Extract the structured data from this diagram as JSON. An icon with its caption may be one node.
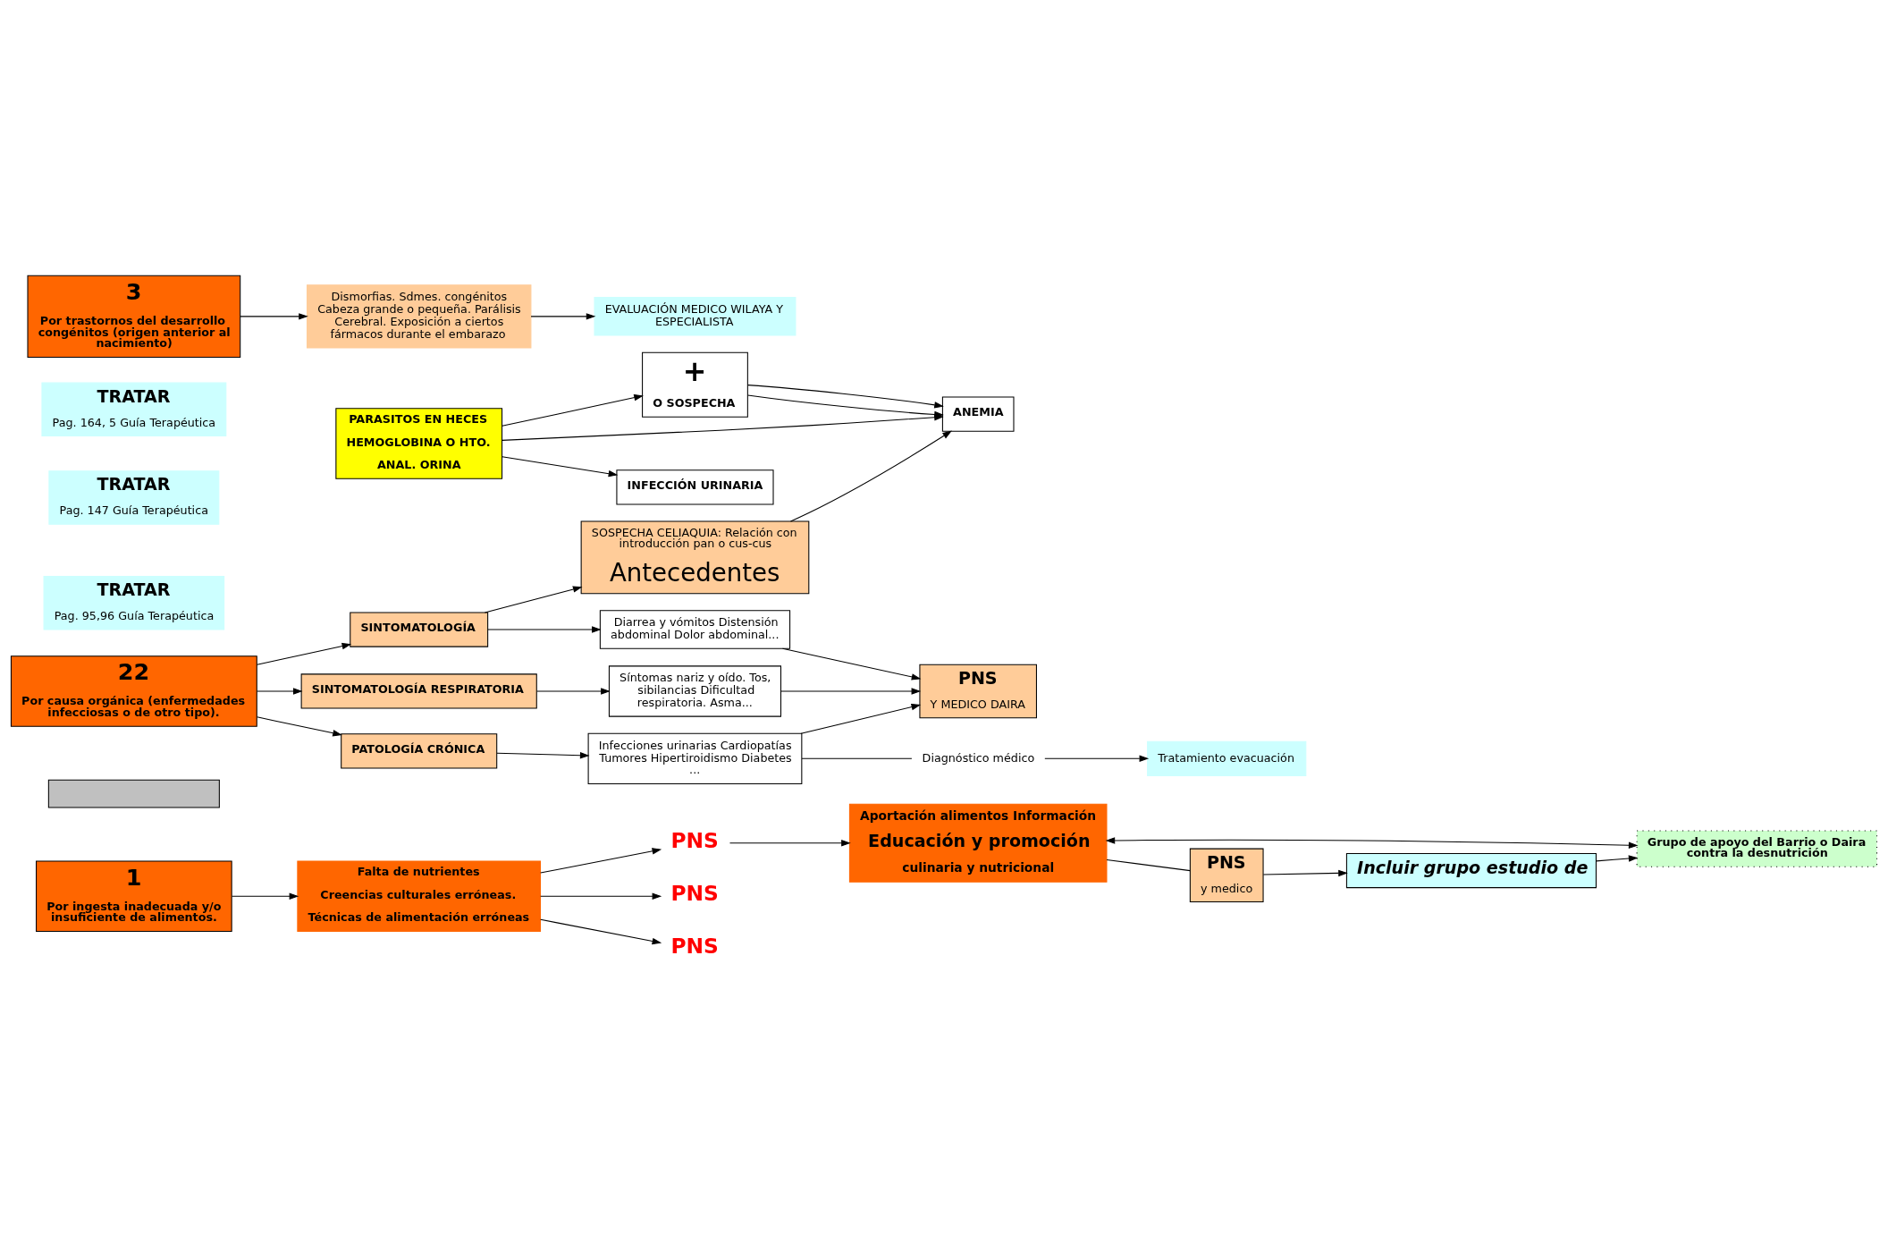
{
  "diagram": {
    "nodes": [
      {
        "text": [
          "1",
          "Por ingesta inadecuada y/o insuficiente de alimentos."
        ]
      },
      {
        "text": [
          "Falta de nutrientes",
          "Creencias culturales erróneas.",
          "Técnicas de alimentación erróneas"
        ]
      },
      {
        "text": [
          "PNS"
        ]
      },
      {
        "text": [
          "PNS"
        ]
      },
      {
        "text": [
          "PNS"
        ]
      },
      {
        "text": [
          "Aportación alimentos Información",
          "Educación y promoción",
          "culinaria y nutricional"
        ]
      },
      {
        "text": [],
        "shape": "box"
      },
      {
        "text": [
          "Grupo de apoyo del Barrio o Daira contra la desnutrición"
        ]
      },
      {
        "text": [
          "SOSPECHA CELIAQUIA: Relación con introducción pan o cus-cus",
          "Antecedentes"
        ]
      },
      {
        "text": [
          "PNS",
          "y medico"
        ]
      },
      {
        "text": [
          "Incluir grupo estudio de"
        ]
      },
      {
        "text": [
          "22",
          "Por causa orgánica (enfermedades infecciosas o de otro tipo)."
        ]
      },
      {
        "text": [
          "SINTOMATOLOGÍA"
        ]
      },
      {
        "text": [
          "Diarrea y vómitos Distensión abdominal Dolor abdominal..."
        ]
      },
      {
        "text": [
          "SINTOMATOLOGÍA RESPIRATORIA"
        ]
      },
      {
        "text": [
          "Síntomas nariz y oído. Tos, sibilancias Dificultad respiratoria. Asma..."
        ]
      },
      {
        "text": [
          "PATOLOGÍA CRÓNICA"
        ]
      },
      {
        "text": [
          "Infecciones urinarias Cardiopatías Tumores Hipertiroidismo Diabetes ..."
        ]
      },
      {
        "text": [
          "PNS",
          "Y MEDICO DAIRA"
        ]
      },
      {
        "text": [
          "PARASITOS EN HECES",
          "HEMOGLOBINA O HTO.",
          "ANAL. ORINA"
        ]
      },
      {
        "text": [
          "+",
          "O SOSPECHA"
        ]
      },
      {
        "text": [
          "ANEMIA"
        ]
      },
      {
        "text": [
          "INFECCIÓN URINARIA"
        ]
      },
      {
        "text": [
          "TRATAR",
          "Pag. 95,96 Guía Terapéutica"
        ]
      },
      {
        "text": [
          "TRATAR",
          "Pag. 147 Guía Terapéutica"
        ]
      },
      {
        "text": [
          "TRATAR",
          "Pag. 164, 5 Guía Terapéutica"
        ]
      },
      {
        "text": [
          "Diagnóstico médico"
        ]
      },
      {
        "text": [
          "Tratamiento evacuación"
        ]
      },
      {
        "text": [
          "3",
          "Por trastornos del desarrollo congénitos (origen anterior al nacimiento)"
        ]
      },
      {
        "text": [
          "Dismorfias. Sdmes. congénitos Cabeza grande o pequeña. Parálisis Cerebral. Exposición a ciertos fármacos durante el embarazo"
        ]
      },
      {
        "text": [
          "EVALUACIÓN MEDICO WILAYA Y ESPECIALISTA"
        ]
      }
    ],
    "edges": [
      {
        "from": 0,
        "to": 1,
        "arrow": "to"
      },
      {
        "from": 1,
        "to": 2,
        "arrow": "to"
      },
      {
        "from": 1,
        "to": 3,
        "arrow": "to"
      },
      {
        "from": 1,
        "to": 4,
        "arrow": "to"
      },
      {
        "from": 2,
        "to": 5,
        "arrow": "to"
      },
      {
        "from": 5,
        "to": 7,
        "arrow": "both"
      },
      {
        "from": 10,
        "to": 7,
        "arrow": "to"
      },
      {
        "from": 5,
        "to": 9,
        "arrow": "none"
      },
      {
        "from": 9,
        "to": 10,
        "arrow": "to"
      },
      {
        "from": 11,
        "to": 12,
        "arrow": "to"
      },
      {
        "from": 11,
        "to": 14,
        "arrow": "to"
      },
      {
        "from": 11,
        "to": 16,
        "arrow": "to"
      },
      {
        "from": 12,
        "to": 8,
        "arrow": "to"
      },
      {
        "from": 12,
        "to": 13,
        "arrow": "to"
      },
      {
        "from": 14,
        "to": 15,
        "arrow": "to"
      },
      {
        "from": 16,
        "to": 17,
        "arrow": "to"
      },
      {
        "from": 13,
        "to": 18,
        "arrow": "to"
      },
      {
        "from": 15,
        "to": 18,
        "arrow": "to"
      },
      {
        "from": 17,
        "to": 18,
        "arrow": "to"
      },
      {
        "from": 19,
        "to": 20,
        "arrow": "to"
      },
      {
        "from": 8,
        "to": 21,
        "arrow": "to"
      },
      {
        "from": 20,
        "to": 21,
        "arrow": "to"
      },
      {
        "from": 20,
        "to": 21,
        "arrow": "to"
      },
      {
        "from": 19,
        "to": 21,
        "arrow": "to"
      },
      {
        "from": 19,
        "to": 22,
        "arrow": "to"
      },
      {
        "from": 17,
        "to": 26,
        "arrow": "none"
      },
      {
        "from": 26,
        "to": 27,
        "arrow": "to"
      },
      {
        "from": 28,
        "to": 29,
        "arrow": "to"
      },
      {
        "from": 29,
        "to": 30,
        "arrow": "to"
      }
    ]
  }
}
